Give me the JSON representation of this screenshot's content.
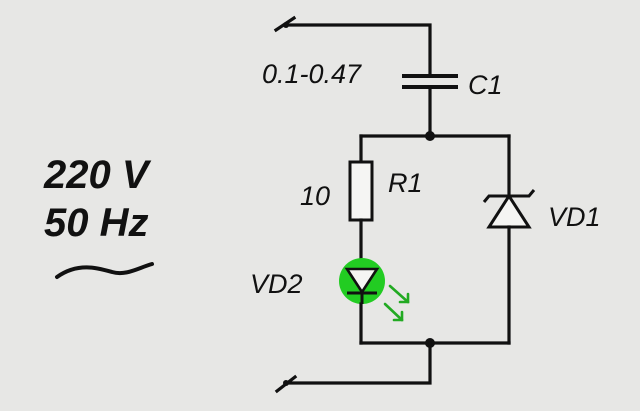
{
  "source": {
    "voltage": "220 V",
    "frequency": "50 Hz",
    "ac_symbol_icon": "ac-wave-icon"
  },
  "components": {
    "c1": {
      "designator": "C1",
      "value": "0.1-0.47"
    },
    "r1": {
      "designator": "R1",
      "value": "10"
    },
    "vd1": {
      "designator": "VD1"
    },
    "vd2": {
      "designator": "VD2",
      "color": "#22cc22"
    }
  },
  "colors": {
    "background": "#e7e7e5",
    "wire": "#111111",
    "led_glow": "#22cc22"
  }
}
